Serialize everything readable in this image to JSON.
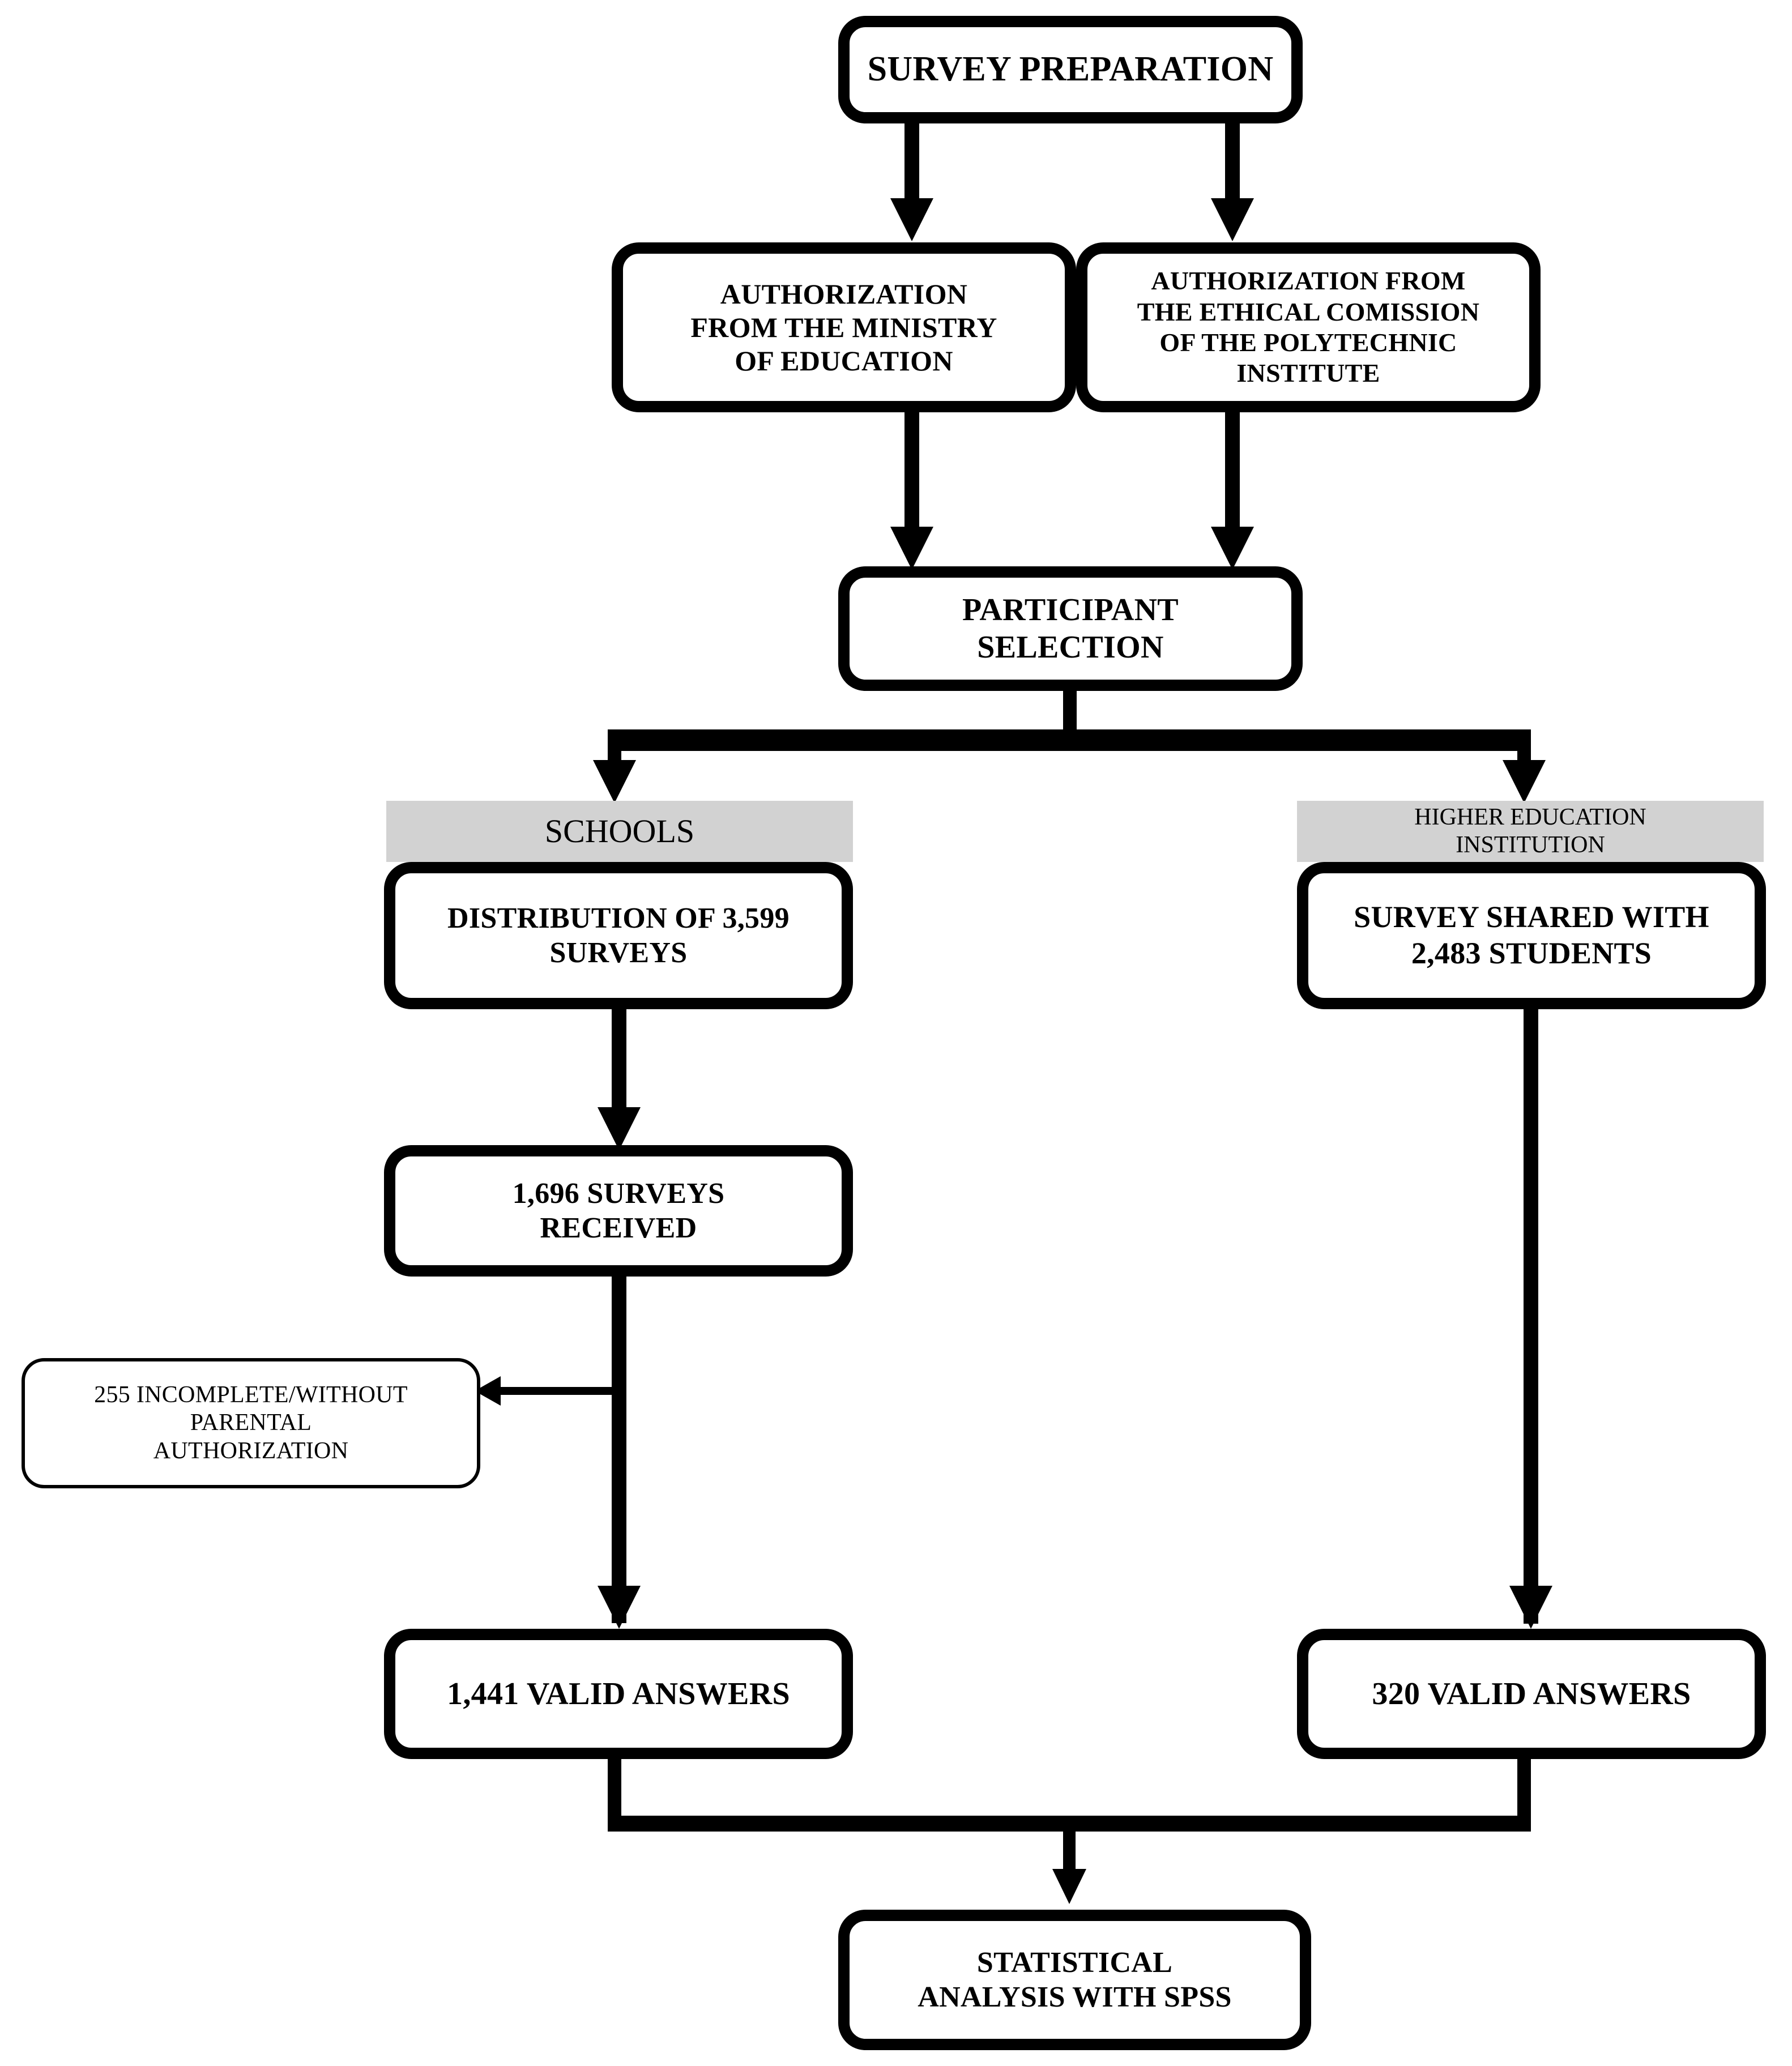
{
  "diagram": {
    "title": "Survey data collection flowchart",
    "colors": {
      "line": "#000000",
      "box_fill": "#ffffff",
      "band_fill": "#d2d2d2",
      "text": "#000000"
    },
    "nodes": {
      "survey_preparation": "SURVEY PREPARATION",
      "authorization_ministry": "AUTHORIZATION\nFROM THE MINISTRY\nOF EDUCATION",
      "authorization_ethics": "AUTHORIZATION FROM\nTHE ETHICAL COMISSION\nOF THE POLYTECHNIC\nINSTITUTE",
      "participant_selection": "PARTICIPANT\nSELECTION",
      "distribution_surveys": "DISTRIBUTION OF 3,599\nSURVEYS",
      "survey_shared": "SURVEY SHARED WITH\n2,483 STUDENTS",
      "surveys_received": "1,696 SURVEYS\nRECEIVED",
      "excluded_surveys": "255 INCOMPLETE/WITHOUT\nPARENTAL\nAUTHORIZATION",
      "valid_answers_schools": "1,441 VALID ANSWERS",
      "valid_answers_higher": "320 VALID ANSWERS",
      "statistical_analysis": "STATISTICAL\nANALYSIS WITH SPSS"
    },
    "bands": {
      "schools": "SCHOOLS",
      "higher_education": "HIGHER EDUCATION\nINSTITUTION"
    },
    "counts": {
      "surveys_distributed": "3,599",
      "students_shared": "2,483",
      "surveys_received": "1,696",
      "excluded": "255",
      "valid_schools": "1,441",
      "valid_higher": "320"
    }
  }
}
